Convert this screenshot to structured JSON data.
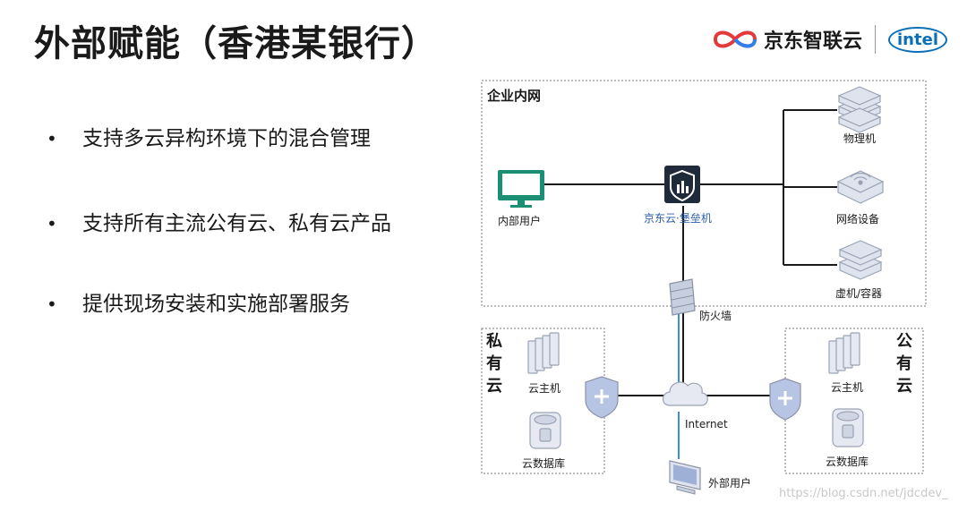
{
  "slide": {
    "title": "外部赋能（香港某银行）",
    "brand": "京东智联云",
    "partner": "intel"
  },
  "bullets": [
    "支持多云异构环境下的混合管理",
    "支持所有主流公有云、私有云产品",
    "提供现场安装和实施部署服务"
  ],
  "bullet_marker": "•",
  "diagram": {
    "enterprise_zone": "企业内网",
    "internal_user": "内部用户",
    "bastion": "京东云·堡垒机",
    "physical_machine": "物理机",
    "network_device": "网络设备",
    "vm_container": "虚机/容器",
    "firewall": "防火墙",
    "private_cloud_chars": [
      "私",
      "有",
      "云"
    ],
    "public_cloud_chars": [
      "公",
      "有",
      "云"
    ],
    "private_host": "云主机",
    "private_db": "云数据库",
    "public_host": "云主机",
    "public_db": "云数据库",
    "internet": "Internet",
    "external_user": "外部用户"
  },
  "watermark": "https://blog.csdn.net/jdcdev_",
  "colors": {
    "monitor": "#1a8f73",
    "line": "#1a1a1a",
    "internet_line": "#3a8ee6",
    "icon_fill": "#dfe3ee",
    "icon_stroke": "#9aa3b5",
    "shield": "#b7c4e4",
    "bastion_bg": "#1f2a3a",
    "bastion_label": "#2a5da8"
  }
}
